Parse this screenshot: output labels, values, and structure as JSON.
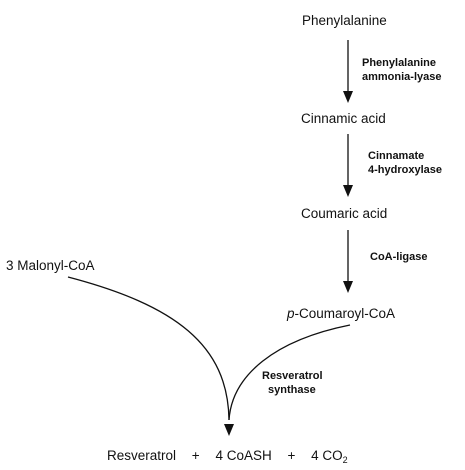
{
  "compounds": {
    "phenylalanine": "Phenylalanine",
    "cinnamic_acid": "Cinnamic acid",
    "coumaric_acid": "Coumaric acid",
    "malonyl_coa": "3 Malonyl-CoA",
    "coumaroyl_prefix": "p",
    "coumaroyl_rest": "-Coumaroyl-CoA"
  },
  "enzymes": {
    "pal_line1": "Phenylalanine",
    "pal_line2": "ammonia-lyase",
    "c4h_line1": "Cinnamate",
    "c4h_line2": "4-hydroxylase",
    "coa_ligase": "CoA-ligase",
    "rs_line1": "Resveratrol",
    "rs_line2": "synthase"
  },
  "products": {
    "resveratrol": "Resveratrol",
    "plus1": "+",
    "coash": "4 CoASH",
    "plus2": "+",
    "co2_main": "4 CO",
    "co2_sub": "2"
  },
  "colors": {
    "line": "#111111",
    "text": "#111111"
  }
}
